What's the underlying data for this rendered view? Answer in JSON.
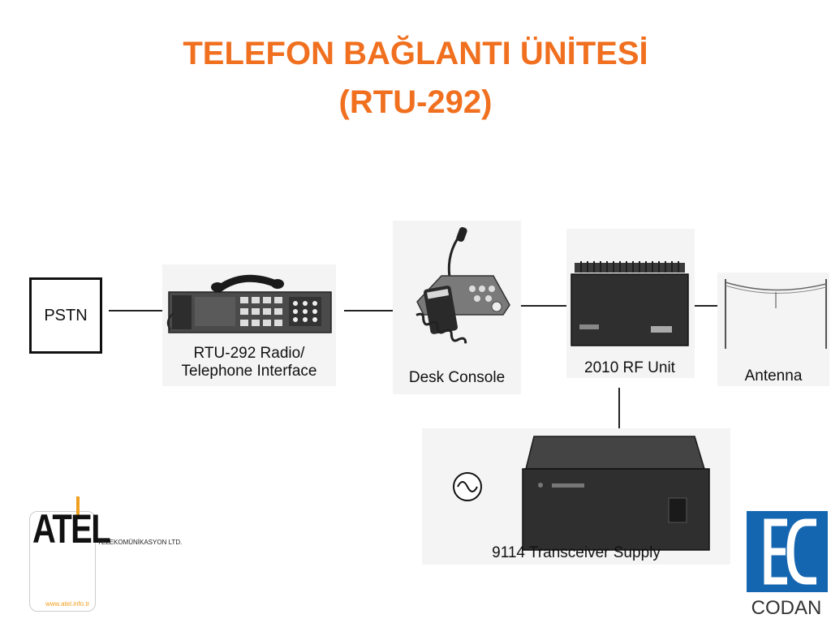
{
  "title": {
    "line1": "TELEFON BAĞLANTI ÜNİTESİ",
    "line2": "(RTU-292)",
    "color": "#f07020"
  },
  "diagram": {
    "nodes": {
      "pstn": {
        "label": "PSTN"
      },
      "rtu": {
        "label_line1": "RTU-292 Radio/",
        "label_line2": "Telephone Interface"
      },
      "console": {
        "label": "Desk Console"
      },
      "rf_unit": {
        "label": "2010 RF Unit"
      },
      "antenna": {
        "label": "Antenna"
      },
      "supply": {
        "label": "9114 Transceiver Supply"
      }
    },
    "icons": [
      "telephone-handset-icon",
      "microphone-icon",
      "ac-power-icon"
    ]
  },
  "logos": {
    "atel": {
      "word": "ATEL",
      "subtitle": "TELEKOMÜNİKASYON LTD.",
      "url": "www.atel.info.tr"
    },
    "codan": {
      "word": "CODAN",
      "color": "#1566b0"
    }
  }
}
